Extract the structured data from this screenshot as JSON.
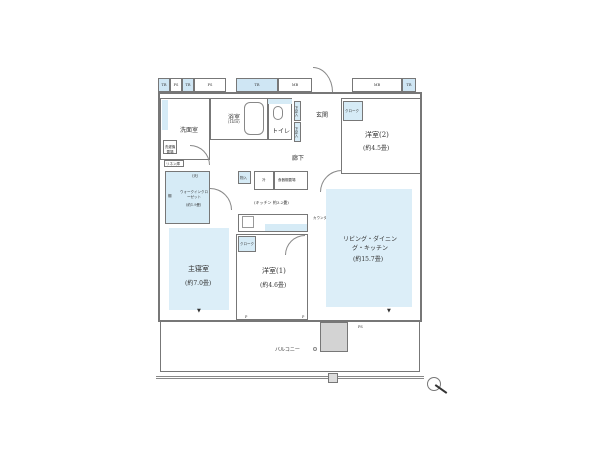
{
  "windows": [
    "TR",
    "PS",
    "TR",
    "PS",
    "TR",
    "MB",
    "MB",
    "TR"
  ],
  "rooms": {
    "washroom": "洗面室",
    "bath": "浴室",
    "bath_size": "(1418)",
    "toilet": "トイレ",
    "shoe1": "下足入",
    "shoe2": "下足入",
    "entrance": "玄関",
    "cloak2": "クローク",
    "western2": "洋室(2)",
    "western2_size": "(約4.5畳)",
    "hall": "廊下",
    "laundry": "洗濯機置場",
    "linen": "リネン庫",
    "wic_top": "(天)",
    "wic_shelf": "棚",
    "wic": "ウォークインクローゼット",
    "wic_size": "(約1.9畳)",
    "storage": "物入",
    "fridge": "冷",
    "cupboard": "食器棚置場",
    "kitchen": "(キッチン 約3.2畳)",
    "counter": "カウンター",
    "cloak1": "クローク",
    "ldk": "リビング・ダイニング・キッチン",
    "ldk_size": "(約15.7畳)",
    "master": "主寝室",
    "master_size": "(約7.0畳)",
    "western1": "洋室(1)",
    "western1_size": "(約4.6畳)",
    "p1": "P",
    "p2": "P",
    "ps": "PS",
    "balcony": "バルコニー"
  },
  "colors": {
    "room_fill": "#dceef8",
    "wall": "#777777"
  }
}
